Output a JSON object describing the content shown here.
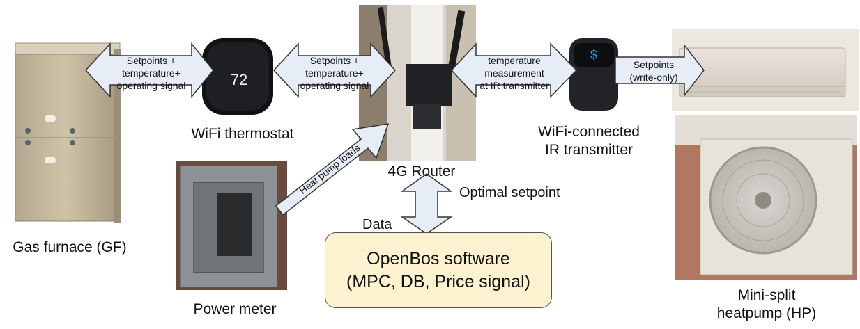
{
  "labels": {
    "furnace": "Gas furnace (GF)",
    "thermostat": "WiFi thermostat",
    "router": "4G Router",
    "transmitter_line1": "WiFi-connected",
    "transmitter_line2": "IR transmitter",
    "power_meter": "Power meter",
    "heatpump_line1": "Mini-split",
    "heatpump_line2": "heatpump (HP)",
    "thermostat_display": "72"
  },
  "arrows": {
    "furnace_thermostat": [
      "Setpoints +",
      "temperature+",
      "operating signal"
    ],
    "thermostat_router": [
      "Setpoints +",
      "temperature+",
      "operating signal"
    ],
    "router_transmitter": [
      "temperature",
      "measurement",
      "at IR transmitter"
    ],
    "transmitter_heatpump": [
      "Setpoints",
      "(write-only)"
    ],
    "meter_router": "Heat pump loads",
    "router_software_down": "Data",
    "router_software_up": "Optimal setpoint"
  },
  "software": {
    "line1": "OpenBos software",
    "line2": "(MPC, DB, Price signal)"
  },
  "colors": {
    "arrow_fill": "#e7edf7",
    "arrow_stroke": "#333333",
    "software_fill": "#fdf2cf"
  }
}
